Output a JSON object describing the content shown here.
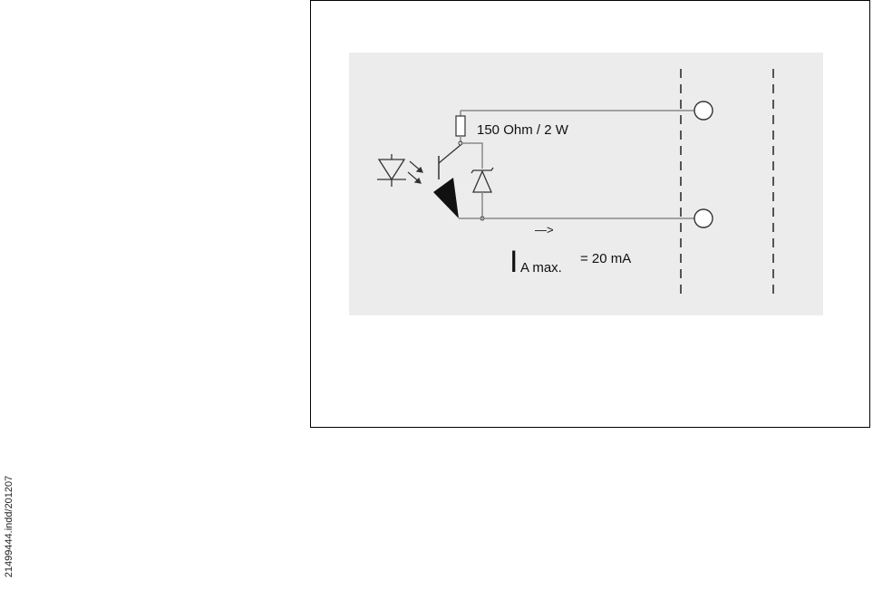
{
  "diagram": {
    "resistor_label": "150 Ohm / 2 W",
    "current_symbol": "I",
    "current_subscript": "A max.",
    "current_value": "= 20 mA",
    "arrow_text": "—>"
  },
  "footer": {
    "document_id": "21499444.indd/201207"
  },
  "colors": {
    "background_panel": "#ececec",
    "wire": "#8a8a8a",
    "component": "#333333"
  }
}
